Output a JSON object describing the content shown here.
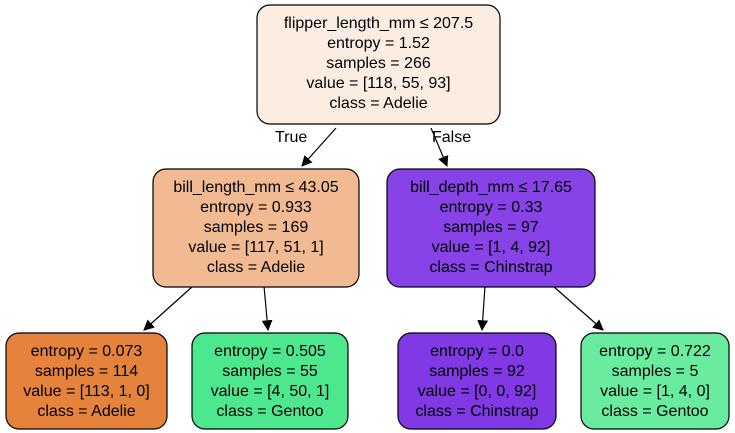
{
  "nodes": [
    {
      "id": "root",
      "fill": "#fcede3",
      "lines": [
        "flipper_length_mm ≤ 207.5",
        "entropy = 1.52",
        "samples = 266",
        "value = [118, 55, 93]",
        "class = Adelie"
      ]
    },
    {
      "id": "left",
      "fill": "#f1ba92",
      "lines": [
        "bill_length_mm ≤ 43.05",
        "entropy = 0.933",
        "samples = 169",
        "value = [117, 51, 1]",
        "class = Adelie"
      ]
    },
    {
      "id": "right",
      "fill": "#8743e8",
      "lines": [
        "bill_depth_mm ≤ 17.65",
        "entropy = 0.33",
        "samples = 97",
        "value = [1, 4, 92]",
        "class = Chinstrap"
      ]
    },
    {
      "id": "left-left",
      "fill": "#e5823b",
      "lines": [
        "entropy = 0.073",
        "samples = 114",
        "value = [113, 1, 0]",
        "class = Adelie"
      ]
    },
    {
      "id": "left-right",
      "fill": "#4de88e",
      "lines": [
        "entropy = 0.505",
        "samples = 55",
        "value = [4, 50, 1]",
        "class = Gentoo"
      ]
    },
    {
      "id": "right-left",
      "fill": "#8139e5",
      "lines": [
        "entropy = 0.0",
        "samples = 92",
        "value = [0, 0, 92]",
        "class = Chinstrap"
      ]
    },
    {
      "id": "right-right",
      "fill": "#6aeca0",
      "lines": [
        "entropy = 0.722",
        "samples = 5",
        "value = [1, 4, 0]",
        "class = Gentoo"
      ]
    }
  ],
  "edge_labels": {
    "true": "True",
    "false": "False"
  }
}
